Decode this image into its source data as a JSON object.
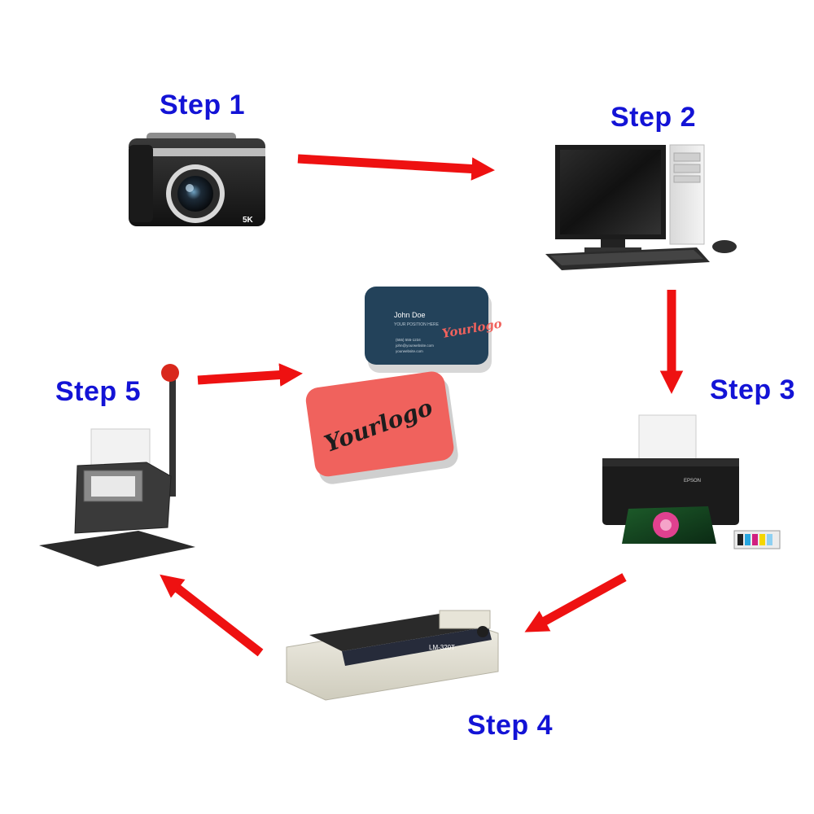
{
  "steps": [
    {
      "label": "Step 1",
      "item": "digital camera"
    },
    {
      "label": "Step 2",
      "item": "desktop computer"
    },
    {
      "label": "Step 3",
      "item": "inkjet printer"
    },
    {
      "label": "Step 4",
      "item": "laminator"
    },
    {
      "label": "Step 5",
      "item": "card cutter"
    }
  ],
  "camera": {
    "badge": "5K"
  },
  "printer": {
    "brand": "EPSON"
  },
  "laminator": {
    "model": "LM-320T"
  },
  "cards": {
    "logo_text": "Yourlogo",
    "back_name": "John Doe",
    "back_title": "YOUR POSITION HERE",
    "back_lines": [
      "(555) 555-1234",
      "john@yourwebsite.com",
      "yourwebsite.com"
    ]
  },
  "colors": {
    "label": "#1313d6",
    "arrow": "#ee1111",
    "card_red": "#f0625d",
    "card_navy": "#23425a"
  }
}
